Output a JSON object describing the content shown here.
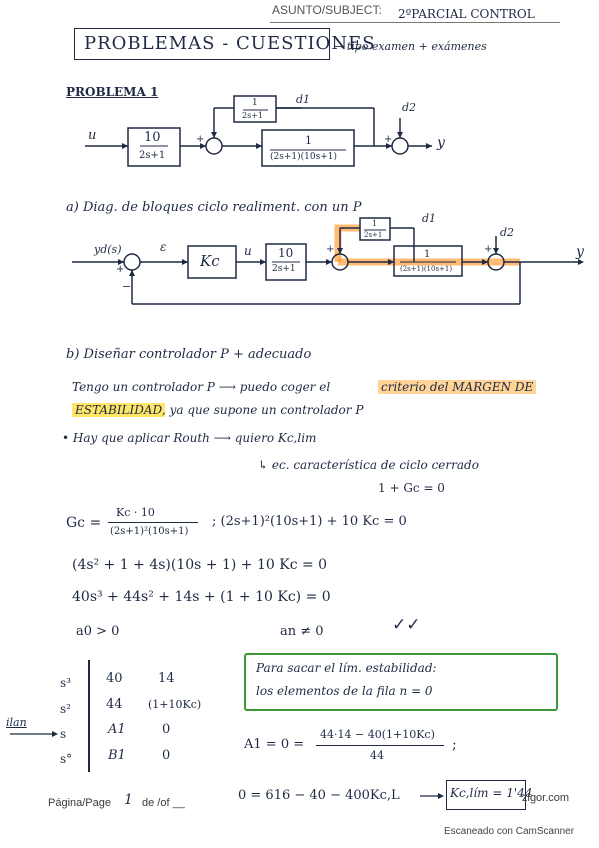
{
  "header": {
    "subject_label": "ASUNTO/SUBJECT:",
    "subject_value": "2ºPARCIAL CONTROL"
  },
  "title": {
    "main": "PROBLEMAS - CUESTIONES",
    "note": "→ tipo examen + exámenes"
  },
  "problem1": {
    "heading": "PROBLEMA 1",
    "diagram1": {
      "input": "u",
      "block1_num": "10",
      "block1_den": "2s+1",
      "feedback_num": "1",
      "feedback_den": "2s+1",
      "block2_num": "1",
      "block2_den": "(2s+1)(10s+1)",
      "d1": "d1",
      "d2": "d2",
      "output": "y",
      "plus": "+"
    },
    "part_a": "a) Diag. de bloques ciclo realiment. con un P",
    "diagram2": {
      "ref": "yd(s)",
      "error": "ε",
      "controller": "Kc",
      "u": "u",
      "block1_num": "10",
      "block1_den": "2s+1",
      "feedback_num": "1",
      "feedback_den": "2s+1",
      "block2_num": "1",
      "block2_den": "(2s+1)(10s+1)",
      "d1": "d1",
      "d2": "d2",
      "output": "y",
      "minus": "−",
      "plus": "+"
    },
    "part_b": "b) Diseñar controlador P + adecuado",
    "line1_a": "Tengo un controlador P ⟶ puedo coger el",
    "line1_b": "criterio del MARGEN DE",
    "line2_a": "ESTABILIDAD",
    "line2_b": ", ya que supone un controlador P",
    "line3": "• Hay que aplicar Routh ⟶ quiero Kc,lim",
    "line4": "↳ ec. característica de ciclo cerrado",
    "line5": "1 + Gc = 0",
    "eq1_lhs": "Gc =",
    "eq1_num": "Kc · 10",
    "eq1_den": "(2s+1)²(10s+1)",
    "eq1_rhs": "; (2s+1)²(10s+1) + 10 Kc = 0",
    "eq2": "(4s² + 1 + 4s)(10s + 1) + 10 Kc = 0",
    "eq3": "40s³ + 44s² + 14s + (1 + 10 Kc) = 0",
    "a0": "a0 > 0",
    "an": "an ≠ 0",
    "check": "✓✓",
    "routh": {
      "rows": [
        {
          "label": "s³",
          "c1": "40",
          "c2": "14"
        },
        {
          "label": "s²",
          "c1": "44",
          "c2": "(1+10Kc)"
        },
        {
          "label": "s",
          "c1": "A1",
          "c2": "0"
        },
        {
          "label": "s°",
          "c1": "B1",
          "c2": "0"
        }
      ],
      "side_label": "ilan"
    },
    "note_line1": "Para sacar el lím. estabilidad:",
    "note_line2": "los elementos de la fila n = 0",
    "a1_lhs": "A1 = 0 =",
    "a1_num": "44·14 − 40(1+10Kc)",
    "a1_den": "44",
    "a1_tail": ";",
    "final_eq": "0 = 616 − 40 − 400Kc,L",
    "final_result": "Kc,lím = 1'44"
  },
  "footer": {
    "page_label": "Página/Page",
    "page_num": "1",
    "of_label": "de /of __",
    "brand": "zigor.com",
    "scanner": "Escaneado con CamScanner"
  }
}
